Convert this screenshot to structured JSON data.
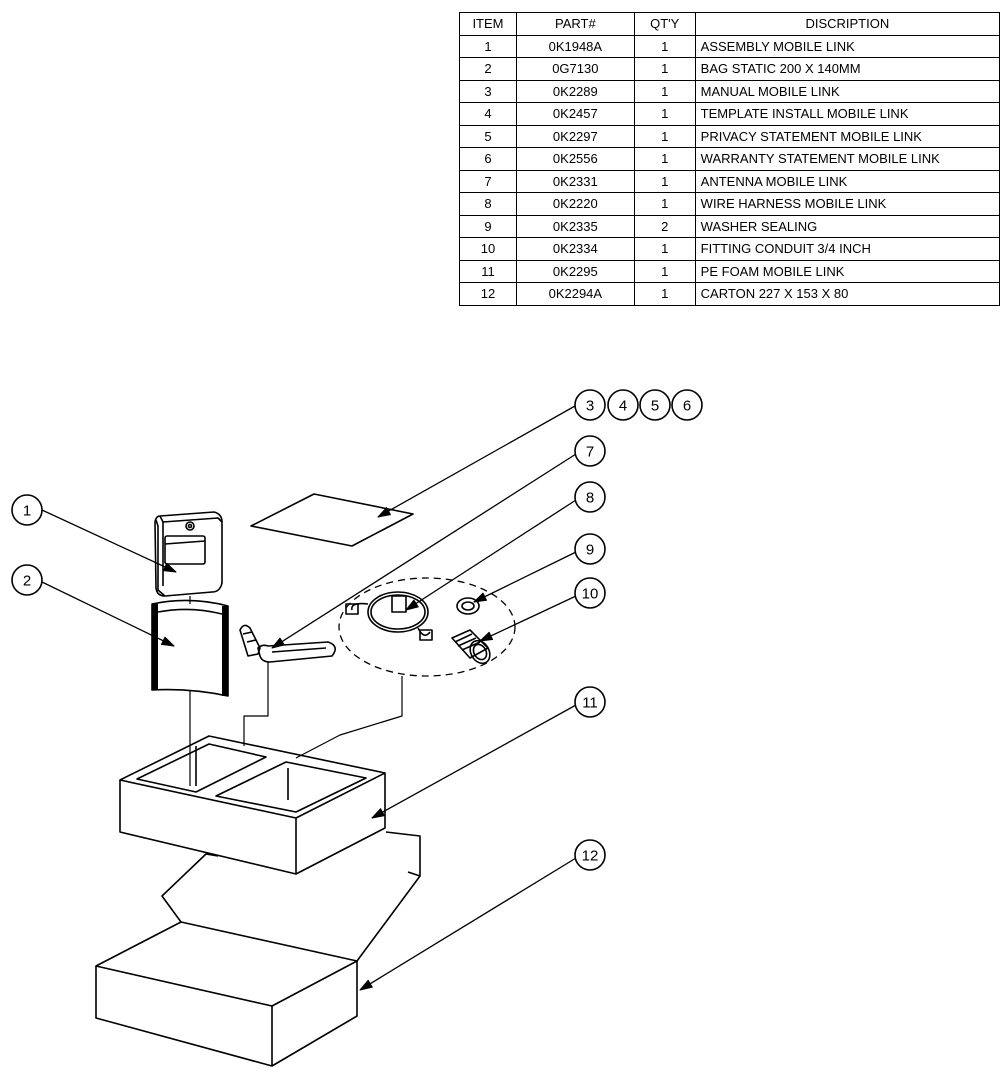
{
  "bom": {
    "headers": {
      "item": "ITEM",
      "part": "PART#",
      "qty": "QT'Y",
      "desc": "DISCRIPTION"
    },
    "rows": [
      {
        "item": "1",
        "part": "0K1948A",
        "qty": "1",
        "desc": "ASSEMBLY MOBILE LINK"
      },
      {
        "item": "2",
        "part": "0G7130",
        "qty": "1",
        "desc": "BAG STATIC 200 X 140MM"
      },
      {
        "item": "3",
        "part": "0K2289",
        "qty": "1",
        "desc": "MANUAL MOBILE LINK"
      },
      {
        "item": "4",
        "part": "0K2457",
        "qty": "1",
        "desc": "TEMPLATE INSTALL MOBILE LINK"
      },
      {
        "item": "5",
        "part": "0K2297",
        "qty": "1",
        "desc": "PRIVACY STATEMENT MOBILE LINK"
      },
      {
        "item": "6",
        "part": "0K2556",
        "qty": "1",
        "desc": "WARRANTY STATEMENT MOBILE LINK"
      },
      {
        "item": "7",
        "part": "0K2331",
        "qty": "1",
        "desc": "ANTENNA MOBILE LINK"
      },
      {
        "item": "8",
        "part": "0K2220",
        "qty": "1",
        "desc": "WIRE HARNESS MOBILE LINK"
      },
      {
        "item": "9",
        "part": "0K2335",
        "qty": "2",
        "desc": "WASHER SEALING"
      },
      {
        "item": "10",
        "part": "0K2334",
        "qty": "1",
        "desc": "FITTING CONDUIT 3/4 INCH"
      },
      {
        "item": "11",
        "part": "0K2295",
        "qty": "1",
        "desc": "PE FOAM MOBILE LINK"
      },
      {
        "item": "12",
        "part": "0K2294A",
        "qty": "1",
        "desc": "CARTON 227 X 153 X 80"
      }
    ]
  },
  "balloons": [
    "3",
    "4",
    "5",
    "6",
    "7",
    "8",
    "9",
    "10",
    "11",
    "12",
    "1",
    "2"
  ]
}
